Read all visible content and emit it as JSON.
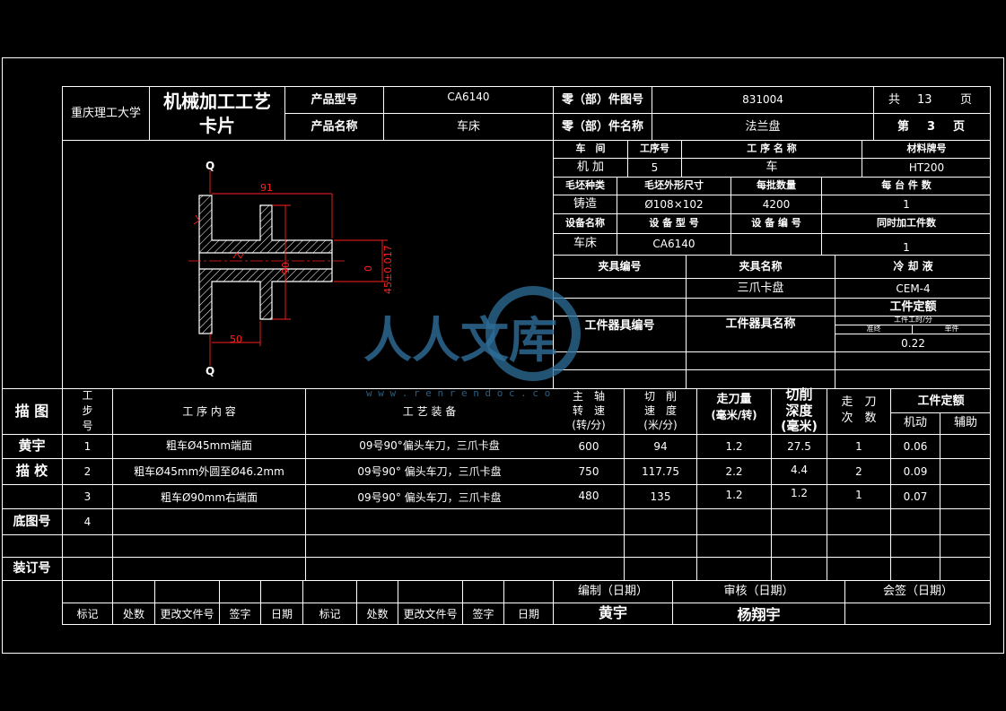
{
  "header": {
    "school": "重庆理工大学",
    "card_title_1": "机械加工工艺",
    "card_title_2": "卡片",
    "product_model_label": "产品型号",
    "product_model": "CA6140",
    "product_name_label": "产品名称",
    "product_name": "车床",
    "part_no_label": "零（部）件图号",
    "part_no": "831004",
    "part_name_label": "零（部）件名称",
    "part_name": "法兰盘",
    "total_label_1": "共",
    "total_pages": "13",
    "total_label_2": "页",
    "page_label_1": "第",
    "page_no": "3",
    "page_label_2": "页"
  },
  "info": {
    "workshop_label": "车　间",
    "op_no_label": "工序号",
    "op_name_label": "工 序 名 称",
    "material_label": "材料牌号",
    "workshop": "机 加",
    "op_no": "5",
    "op_name": "车",
    "material": "HT200",
    "blank_type_label": "毛坯种类",
    "blank_size_label": "毛坯外形尺寸",
    "blank_qty_label": "每批数量",
    "per_unit_label": "每 台 件 数",
    "blank_type": "铸造",
    "blank_size": "Ø108×102",
    "blank_qty": "4200",
    "per_unit": "1",
    "equip_name_label": "设备名称",
    "equip_model_label": "设 备 型 号",
    "equip_no_label": "设 备 编 号",
    "simul_label": "同时加工件数",
    "equip_name": "车床",
    "equip_model": "CA6140",
    "simul": "1",
    "fixture_no_label": "夹具编号",
    "fixture_name_label": "夹具名称",
    "coolant_label": "冷 却 液",
    "fixture_name": "三爪卡盘",
    "coolant": "CEM-4",
    "quota_label": "工件定额",
    "tool_no_label": "工件器具编号",
    "tool_name_label": "工件器具名称",
    "work_time_label": "工件工时/分",
    "prep_label": "准终",
    "piece_label": "单件",
    "piece_time": "0.22"
  },
  "drawing": {
    "dim_91": "91",
    "dim_50": "50",
    "dim_90": "90",
    "dim_45": "45±0.017",
    "dim_zero": "0",
    "datum_top": "Q",
    "datum_bottom": "Q"
  },
  "table": {
    "side_draw": "描 图",
    "side_draw_by": "黄宇",
    "side_check": "描 校",
    "side_base": "底图号",
    "side_bind": "装订号",
    "h_step": [
      "工",
      "步",
      "号"
    ],
    "h_content": "工 序 内 容",
    "h_equipment": "工 艺 装 备",
    "h_speed": [
      "主　轴",
      "转　速",
      "(转/分)"
    ],
    "h_cut_speed": [
      "切　削",
      "速　度",
      "(米/分)"
    ],
    "h_feed": [
      "走刀量",
      "(毫米/转)"
    ],
    "h_depth": [
      "切削",
      "深度",
      "(毫米)"
    ],
    "h_passes": [
      "走　刀",
      "次　数"
    ],
    "h_quota": "工件定额",
    "h_machine": "机动",
    "h_aux": "辅助",
    "rows": [
      {
        "step": "1",
        "content": "粗车Ø45mm端面",
        "equip": "09号90°偏头车刀，三爪卡盘",
        "speed": "600",
        "cut": "94",
        "feed": "1.2",
        "depth": "27.5",
        "passes": "1",
        "machine": "0.06"
      },
      {
        "step": "2",
        "content": "粗车Ø45mm外圆至Ø46.2mm",
        "equip": "09号90° 偏头车刀，三爪卡盘",
        "speed": "750",
        "cut": "117.75",
        "feed": "2.2",
        "depth": "4.4",
        "passes": "2",
        "machine": "0.09"
      },
      {
        "step": "3",
        "content": "粗车Ø90mm右端面",
        "equip": "09号90° 偏头车刀，三爪卡盘",
        "speed": "480",
        "cut": "135",
        "feed": "1.2",
        "depth": "1.2",
        "passes": "1",
        "machine": "0.07"
      },
      {
        "step": "4",
        "content": "",
        "equip": "",
        "speed": "",
        "cut": "",
        "feed": "",
        "depth": "",
        "passes": "",
        "machine": ""
      }
    ]
  },
  "footer": {
    "compile_label": "编制（日期）",
    "review_label": "审核（日期）",
    "sign_label": "会签（日期）",
    "compiler": "黄宇",
    "reviewer": "杨翔宇",
    "marks": [
      "标记",
      "处数",
      "更改文件号",
      "签字",
      "日期",
      "标记",
      "处数",
      "更改文件号",
      "签字",
      "日期"
    ]
  },
  "watermark": {
    "text": "人人文库",
    "url": "w w w . r e n r e n d o c . c o"
  },
  "colors": {
    "background": "#000000",
    "line": "#ffffff",
    "dimension": "#ff2020",
    "watermark": "#2f6f9a"
  }
}
